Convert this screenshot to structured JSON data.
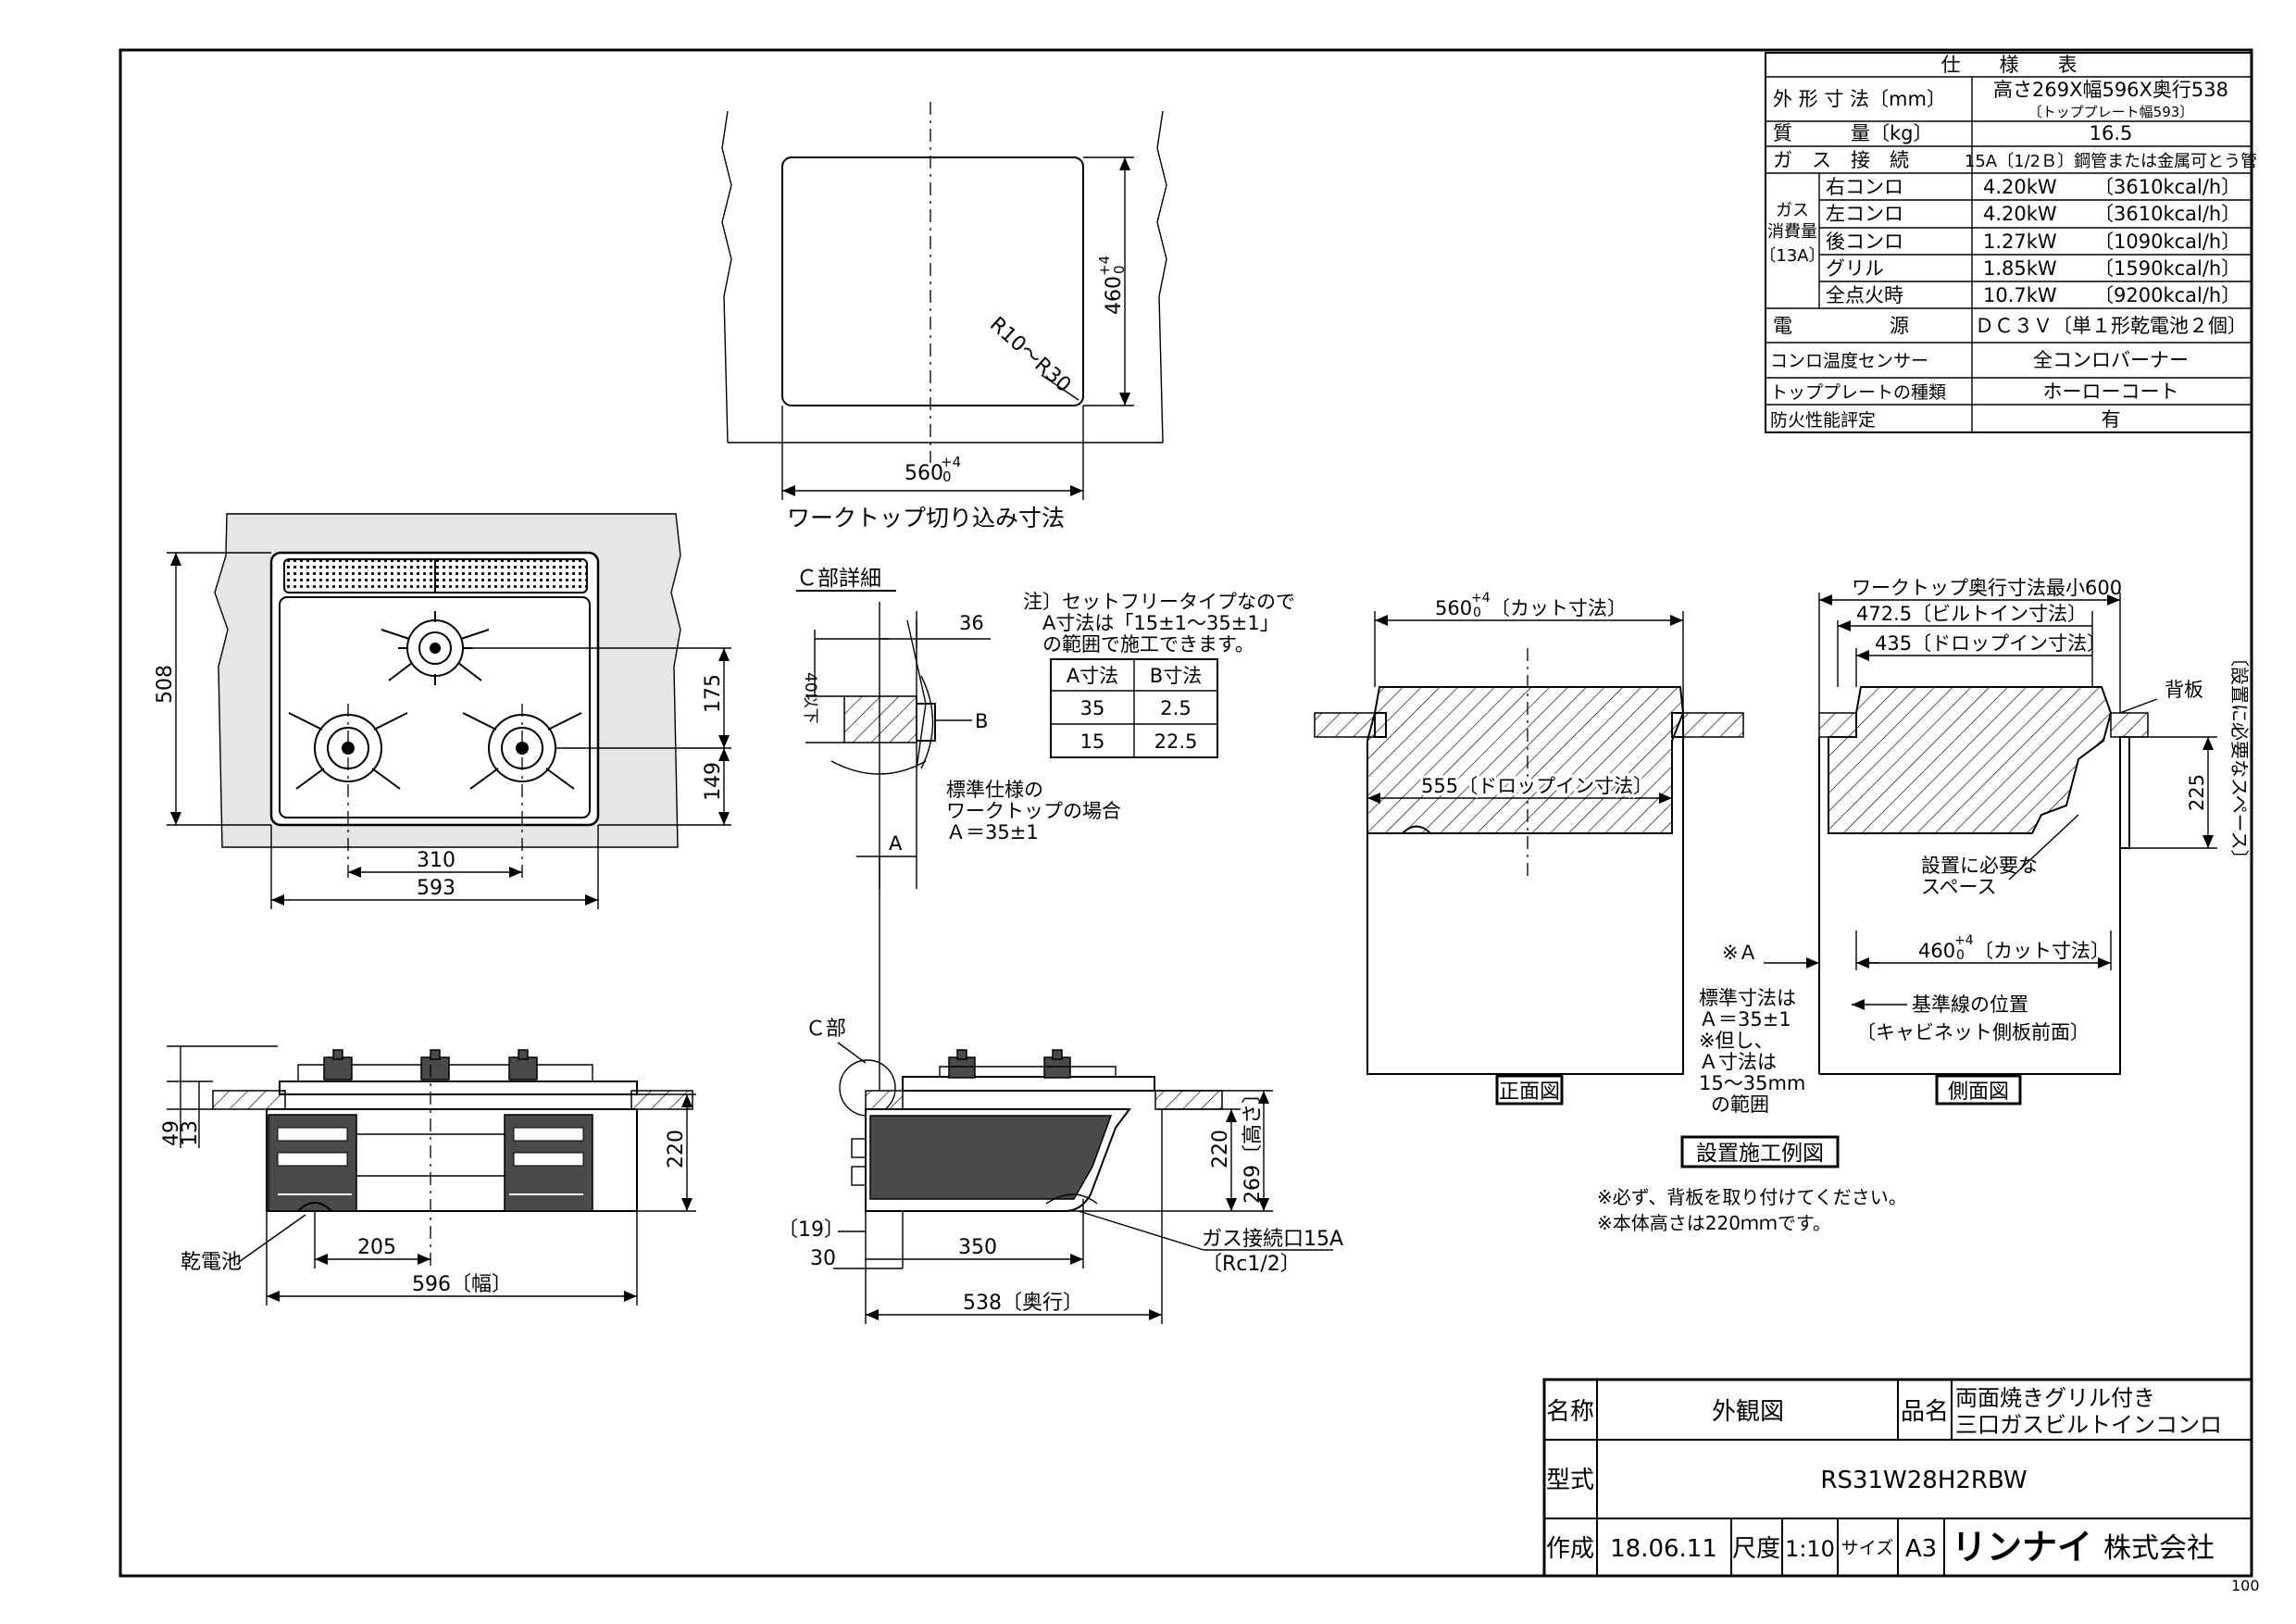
{
  "spec_table": {
    "title": "仕　　様　　表",
    "rows": [
      {
        "label": "外 形 寸 法〔mm〕",
        "value": "高さ269X幅596X奥行538",
        "note": "〔トッププレート幅593〕"
      },
      {
        "label": "質　　　量〔kg〕",
        "value": "16.5"
      },
      {
        "label": "ガ　ス　接　続",
        "value": "15A〔1/2Ｂ〕鋼管または金属可とう管"
      },
      {
        "label": "電　　　　　源",
        "value": "ＤＣ３Ｖ〔単１形乾電池２個〕"
      },
      {
        "label": "コンロ温度センサー",
        "value": "全コンロバーナー"
      },
      {
        "label": "トッププレートの種類",
        "value": "ホーローコート"
      },
      {
        "label": "防火性能評定",
        "value": "有"
      }
    ],
    "gas_group_label": [
      "ガス",
      "消費量",
      "〔13A〕"
    ],
    "gas_rows": [
      {
        "name": "右コンロ",
        "kw": "4.20kW",
        "kcal": "〔3610kcal/h〕"
      },
      {
        "name": "左コンロ",
        "kw": "4.20kW",
        "kcal": "〔3610kcal/h〕"
      },
      {
        "name": "後コンロ",
        "kw": "1.27kW",
        "kcal": "〔1090kcal/h〕"
      },
      {
        "name": "グリル",
        "kw": "1.85kW",
        "kcal": "〔1590kcal/h〕"
      },
      {
        "name": "全点火時",
        "kw": "10.7kW",
        "kcal": "〔9200kcal/h〕"
      }
    ]
  },
  "cutout": {
    "caption": "ワークトップ切り込み寸法",
    "dim_width": "560",
    "dim_depth": "460",
    "tol_plus": "+4",
    "tol_zero": "0",
    "radius": "R10～R30"
  },
  "top_view": {
    "dim_depth": "508",
    "dim_175": "175",
    "dim_149": "149",
    "dim_310": "310",
    "dim_593": "593"
  },
  "front_view_small": {
    "dim_49": "49",
    "dim_13": "13",
    "dim_220": "220",
    "dim_205": "205",
    "dim_width": "596〔幅〕",
    "battery_label": "乾電池"
  },
  "detail_c": {
    "title": "Ｃ部詳細",
    "dim_36": "36",
    "dim_40": "40以下",
    "label_b": "B",
    "label_a": "A",
    "note_lines": [
      "注〕セットフリータイプなので",
      "　A寸法は「15±1～35±1」",
      "　の範囲で施工できます。"
    ],
    "table_headers": [
      "A寸法",
      "B寸法"
    ],
    "table_rows": [
      [
        "35",
        "2.5"
      ],
      [
        "15",
        "22.5"
      ]
    ],
    "std_lines": [
      "標準仕様の",
      "ワークトップの場合",
      "Ａ＝35±1"
    ]
  },
  "side_view_small": {
    "c_label": "Ｃ部",
    "dim_19": "〔19〕",
    "dim_30": "30",
    "dim_350": "350",
    "dim_depth": "538〔奥行〕",
    "dim_220": "220",
    "dim_269": "269〔高さ〕",
    "gas_label_lines": [
      "ガス接続口15A",
      "〔Rc1/2〕"
    ]
  },
  "install_front": {
    "dim_cut": "560",
    "dim_cut_suffix": "〔カット寸法〕",
    "tol_plus": "+4",
    "tol_zero": "0",
    "dim_dropin": "555〔ドロップイン寸法〕",
    "label": "正面図"
  },
  "install_side": {
    "dim_min": "ワークトップ奥行寸法最小600",
    "dim_builtin": "472.5〔ビルトイン寸法〕",
    "dim_dropin": "435〔ドロップイン寸法〕",
    "back_label": "背板",
    "dim_225": "225",
    "space_note": "〔設置に必要なスペース〕",
    "space_lines": [
      "設置に必要な",
      "スペース"
    ],
    "dim_cut": "460",
    "dim_cut_suffix": "〔カット寸法〕",
    "tol_plus": "+4",
    "tol_zero": "0",
    "mark_a": "※Ａ",
    "base_lines": [
      "基準線の位置",
      "〔キャビネット側板前面〕"
    ],
    "label": "側面図"
  },
  "std_note_lines": [
    "標準寸法は",
    "Ａ＝35±1",
    "※但し、",
    "Ａ寸法は",
    "15～35mm",
    "の範囲"
  ],
  "install_title": "設置施工例図",
  "notes": [
    "※必ず、背板を取り付けてください。",
    "※本体高さは220ｍｍです。"
  ],
  "title_block": {
    "name_label": "名称",
    "name_value": "外観図",
    "product_label": "品名",
    "product_lines": [
      "両面焼きグリル付き",
      "三口ガスビルトインコンロ"
    ],
    "model_label": "型式",
    "model_value": "RS31W28H2RBW",
    "made_label": "作成",
    "date": "18.06.11",
    "scale_label": "尺度",
    "scale": "1:10",
    "size_label": "サイズ",
    "size": "A3",
    "company_logo": "リンナイ",
    "company_suffix": "株式会社"
  },
  "page_number": "100"
}
